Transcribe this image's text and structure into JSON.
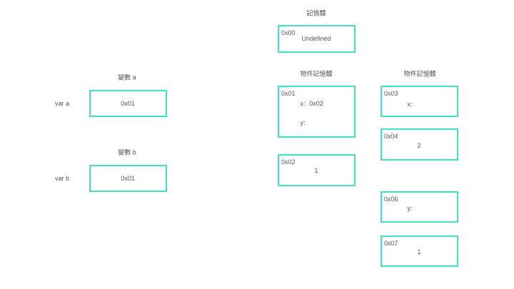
{
  "variables": [
    {
      "title": "變數 a",
      "label": "var a",
      "value": "0x01"
    },
    {
      "title": "變數 b",
      "label": "var b",
      "value": "0x01"
    }
  ],
  "memory": {
    "title": "記憶體",
    "cell": {
      "address": "0x00",
      "value": "Undefined"
    }
  },
  "object_memory_left": {
    "title": "物件記憶體",
    "obj": {
      "address": "0x01",
      "x_label": "x:",
      "x_value": "0x02",
      "y_label": "y:"
    },
    "cell": {
      "address": "0x02",
      "value": "1"
    }
  },
  "object_memory_right": {
    "title": "物件記憶體",
    "cells": [
      {
        "address": "0x03",
        "value": "x:"
      },
      {
        "address": "0x04",
        "value": "2"
      },
      {
        "address": "0x06",
        "value": "y:"
      },
      {
        "address": "0x07",
        "value": "1"
      }
    ]
  },
  "colors": {
    "box_border": "#3ee0c6"
  }
}
